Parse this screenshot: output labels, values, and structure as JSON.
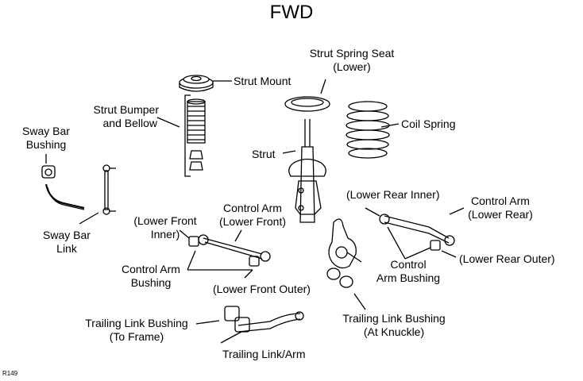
{
  "title": "FWD",
  "code": "R149",
  "labels": {
    "strut_mount": "Strut Mount",
    "strut_spring_seat_1": "Strut Spring Seat",
    "strut_spring_seat_2": "(Lower)",
    "strut_bumper_1": "Strut Bumper",
    "strut_bumper_2": "and Bellow",
    "coil_spring": "Coil Spring",
    "strut": "Strut",
    "sway_bar_bushing_1": "Sway Bar",
    "sway_bar_bushing_2": "Bushing",
    "sway_bar_link_1": "Sway Bar",
    "sway_bar_link_2": "Link",
    "control_arm_front_1": "Control Arm",
    "control_arm_front_2": "(Lower Front)",
    "lower_front_inner_1": "(Lower Front",
    "lower_front_inner_2": "Inner)",
    "control_arm_bushing_left_1": "Control Arm",
    "control_arm_bushing_left_2": "Bushing",
    "lower_front_outer": "(Lower Front Outer)",
    "lower_rear_inner": "(Lower Rear Inner)",
    "control_arm_rear_1": "Control Arm",
    "control_arm_rear_2": "(Lower Rear)",
    "control_arm_bushing_right_1": "Control",
    "control_arm_bushing_right_2": "Arm Bushing",
    "lower_rear_outer": "(Lower Rear Outer)",
    "trailing_link_bushing_frame_1": "Trailing Link Bushing",
    "trailing_link_bushing_frame_2": "(To Frame)",
    "trailing_link_bushing_knuckle_1": "Trailing Link Bushing",
    "trailing_link_bushing_knuckle_2": "(At Knuckle)",
    "trailing_link_arm": "Trailing Link/Arm"
  }
}
